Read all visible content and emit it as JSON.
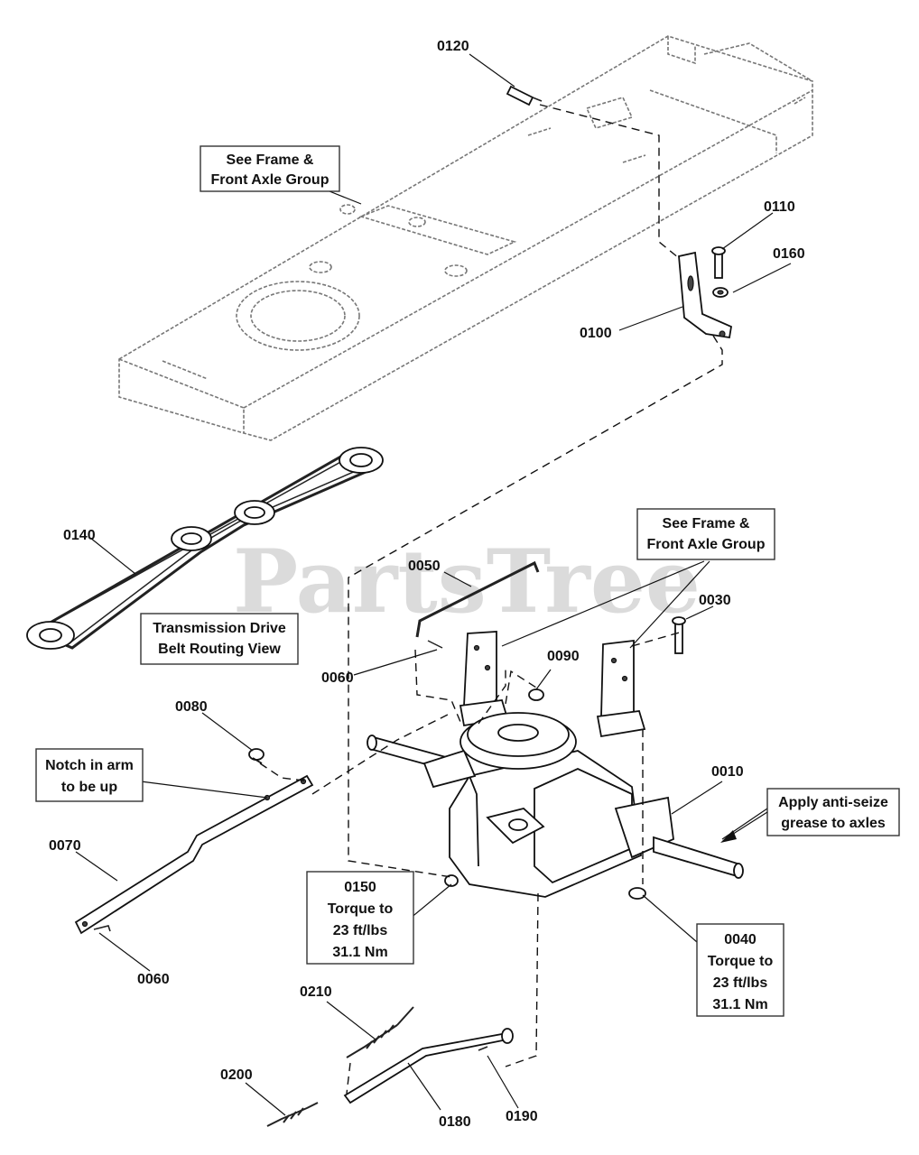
{
  "watermark": "PartsTree",
  "notes": {
    "frame_group_top": [
      "See Frame &",
      "Front Axle Group"
    ],
    "frame_group_mid": [
      "See Frame &",
      "Front Axle Group"
    ],
    "belt_routing": [
      "Transmission Drive",
      "Belt Routing View"
    ],
    "notch_arm": [
      "Notch in arm",
      "to be up"
    ],
    "anti_seize": [
      "Apply anti-seize",
      "grease to axles"
    ],
    "torque_0150": [
      "0150",
      "Torque to",
      "23 ft/lbs",
      "31.1 Nm"
    ],
    "torque_0040": [
      "0040",
      "Torque to",
      "23 ft/lbs",
      "31.1 Nm"
    ]
  },
  "callouts": {
    "p0120": "0120",
    "p0110": "0110",
    "p0160": "0160",
    "p0100": "0100",
    "p0140": "0140",
    "p0050": "0050",
    "p0030": "0030",
    "p0060a": "0060",
    "p0090": "0090",
    "p0080": "0080",
    "p0010": "0010",
    "p0070": "0070",
    "p0060b": "0060",
    "p0210": "0210",
    "p0200": "0200",
    "p0180": "0180",
    "p0190": "0190"
  }
}
